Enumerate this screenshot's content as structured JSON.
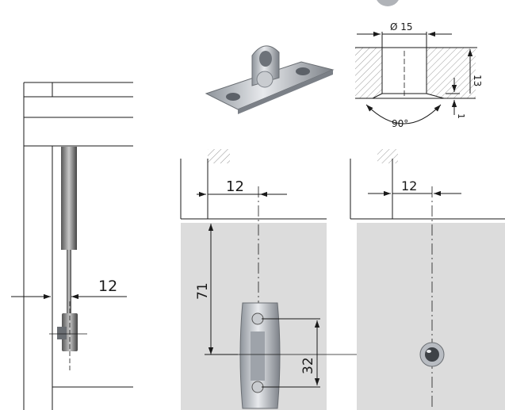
{
  "dimensions": {
    "side_gap": "12",
    "top_left_gap": "12",
    "top_right_gap": "12",
    "vertical_71": "71",
    "hole_spacing": "32",
    "diameter": "Ø 15",
    "depth": "13",
    "recess": "1",
    "countersink_angle": "90°"
  },
  "colors": {
    "panel": "#dcdcdc",
    "line": "#1a1a1a",
    "hatch": "#9a9a9a",
    "metal": "#b8bcc2"
  }
}
